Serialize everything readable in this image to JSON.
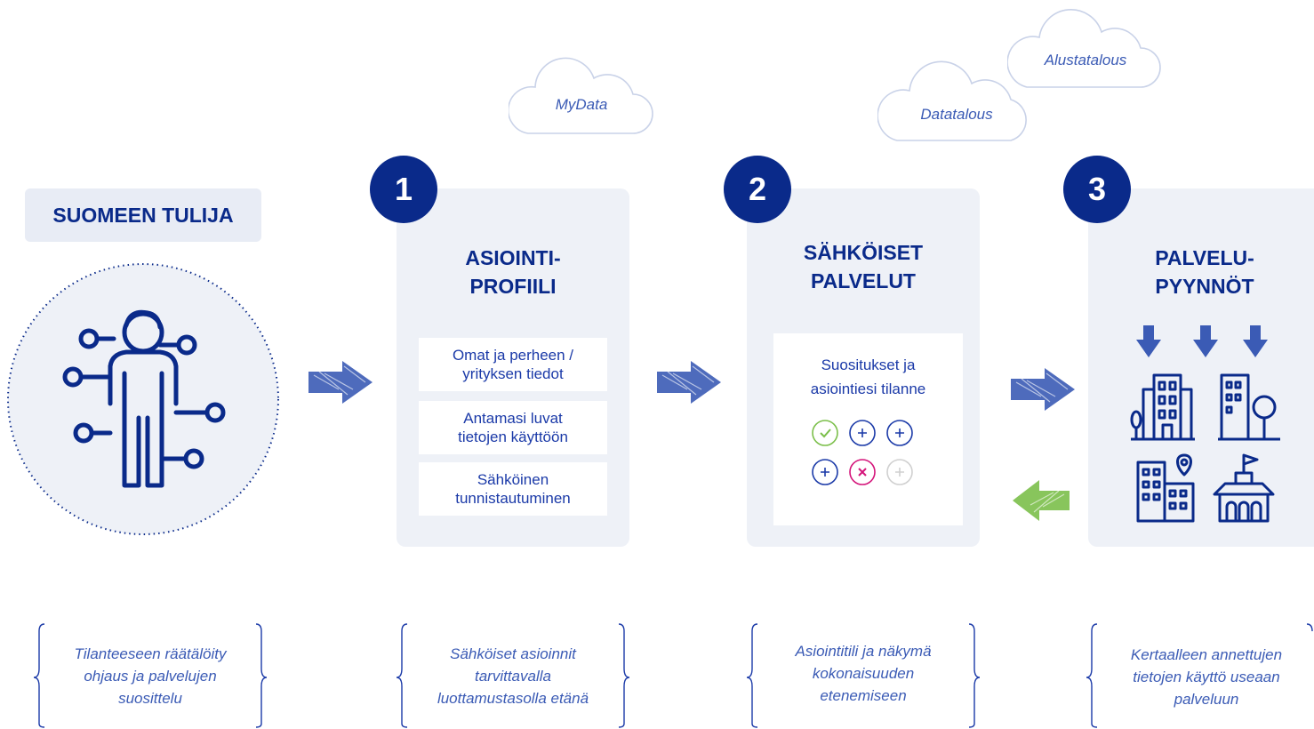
{
  "clouds": {
    "mydata": "MyData",
    "datatalous": "Datatalous",
    "alustatalous": "Alustatalous"
  },
  "tulija": {
    "title": "SUOMEEN TULIJA"
  },
  "steps": [
    {
      "number": "1",
      "title_line1": "ASIOINTI-",
      "title_line2": "PROFIILI",
      "items": [
        {
          "line1": "Omat ja perheen /",
          "line2": "yrityksen tiedot"
        },
        {
          "line1": "Antamasi luvat",
          "line2": "tietojen käyttöön"
        },
        {
          "line1": "Sähköinen",
          "line2": "tunnistautuminen"
        }
      ]
    },
    {
      "number": "2",
      "title_line1": "SÄHKÖISET",
      "title_line2": "PALVELUT",
      "box_line1": "Suositukset ja",
      "box_line2": "asiointiesi tilanne"
    },
    {
      "number": "3",
      "title_line1": "PALVELU-",
      "title_line2": "PYYNNÖT"
    }
  ],
  "captions": [
    {
      "line1": "Tilanteeseen räätälöity",
      "line2": "ohjaus ja palvelujen",
      "line3": "suosittelu"
    },
    {
      "line1": "Sähköiset asioinnit",
      "line2": "tarvittavalla",
      "line3": "luottamustasolla etänä"
    },
    {
      "line1": "Asiointitili ja näkymä",
      "line2": "kokonaisuuden",
      "line3": "etenemiseen"
    },
    {
      "line1": "Kertaalleen annettujen",
      "line2": "tietojen käyttö useaan",
      "line3": "palveluun"
    }
  ],
  "colors": {
    "navy": "#0a2a8a",
    "blue": "#3b5bb5",
    "panel_bg": "#eef1f7",
    "arrow_blue": "#3b5bb5",
    "arrow_green": "#7bbf4a",
    "status_green": "#7bbf4a",
    "status_pink": "#d4147a"
  }
}
